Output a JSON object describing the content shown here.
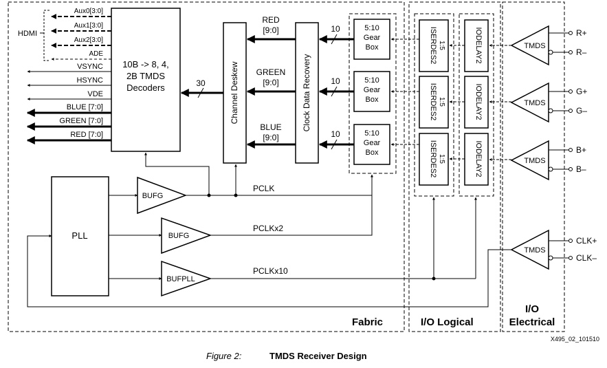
{
  "regions": {
    "fabric": "Fabric",
    "io_logical": "I/O Logical",
    "io_electrical_line1": "I/O",
    "io_electrical_line2": "Electrical"
  },
  "hdmi": {
    "label": "HDMI",
    "aux0": "Aux0[3:0]",
    "aux1": "Aux1[3:0]",
    "aux2": "Aux2[3:0]",
    "ade": "ADE"
  },
  "outputs": {
    "vsync": "VSYNC",
    "hsync": "HSYNC",
    "vde": "VDE",
    "blue": "BLUE [7:0]",
    "green": "GREEN [7:0]",
    "red": "RED [7:0]"
  },
  "decoder": {
    "line1": "10B -> 8, 4,",
    "line2": "2B TMDS",
    "line3": "Decoders"
  },
  "bus_30": "30",
  "channel_deskew": "Channel Deskew",
  "clock_data_recovery": "Clock Data Recovery",
  "channels": {
    "red_name": "RED",
    "red_bits": "[9:0]",
    "green_name": "GREEN",
    "green_bits": "[9:0]",
    "blue_name": "BLUE",
    "blue_bits": "[9:0]"
  },
  "bus_10": "10",
  "gearbox": {
    "line1": "5:10",
    "line2": "Gear",
    "line3": "Box"
  },
  "iserdes": {
    "name": "ISERDES2",
    "ratio": "1:5"
  },
  "iodelay": "IODELAY2",
  "tmds": "TMDS",
  "pins": {
    "r_pos": "R+",
    "r_neg": "R–",
    "g_pos": "G+",
    "g_neg": "G–",
    "b_pos": "B+",
    "b_neg": "B–",
    "clk_pos": "CLK+",
    "clk_neg": "CLK–"
  },
  "pll": "PLL",
  "bufg": "BUFG",
  "bufpll": "BUFPLL",
  "clocks": {
    "pclk": "PCLK",
    "pclkx2": "PCLKx2",
    "pclkx10": "PCLKx10"
  },
  "figure_id": "X495_02_101510",
  "caption": {
    "number": "Figure 2:",
    "title": "TMDS Receiver Design"
  }
}
